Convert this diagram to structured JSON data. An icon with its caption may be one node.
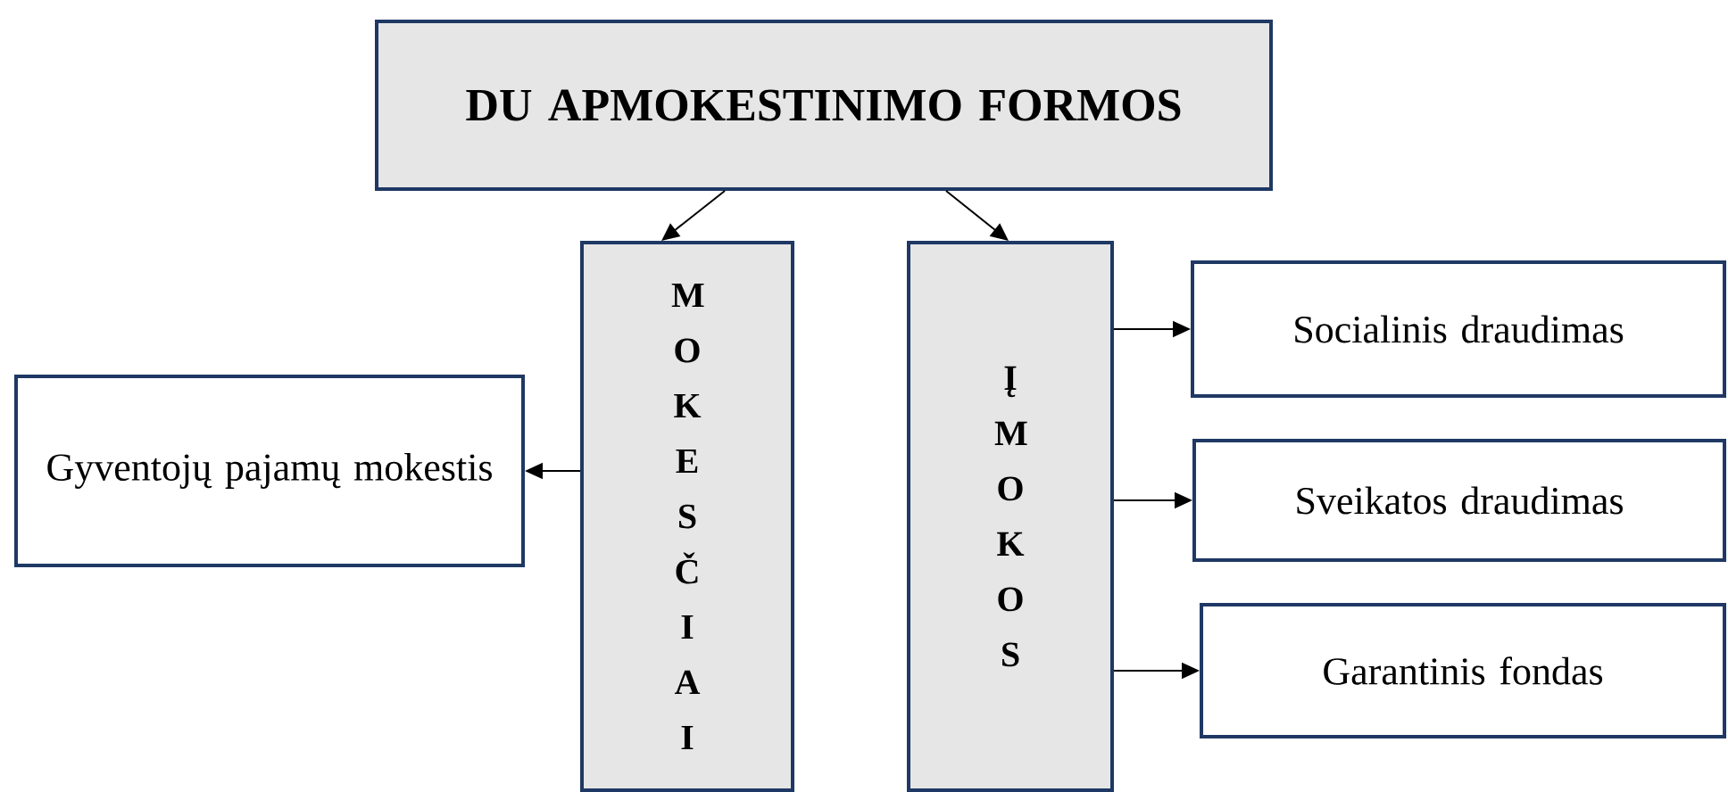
{
  "diagram": {
    "nodes": [
      {
        "text": [
          "DU APMOKESTINIMO FORMOS"
        ]
      },
      {
        "text": [
          "M O K E S Č I A I"
        ]
      },
      {
        "text": [
          "Į M O K O S"
        ]
      },
      {
        "text": [
          "Gyventojų pajamų mokestis"
        ]
      },
      {
        "text": [
          "Socialinis draudimas"
        ]
      },
      {
        "text": [
          "Sveikatos draudimas"
        ]
      },
      {
        "text": [
          "Garantinis fondas"
        ]
      }
    ],
    "edges": [
      {
        "from": 0,
        "to": 1,
        "arrow": "to"
      },
      {
        "from": 0,
        "to": 2,
        "arrow": "to"
      },
      {
        "from": 1,
        "to": 3,
        "arrow": "to"
      },
      {
        "from": 2,
        "to": 4,
        "arrow": "to"
      },
      {
        "from": 2,
        "to": 5,
        "arrow": "to"
      },
      {
        "from": 2,
        "to": 6,
        "arrow": "to"
      }
    ]
  }
}
